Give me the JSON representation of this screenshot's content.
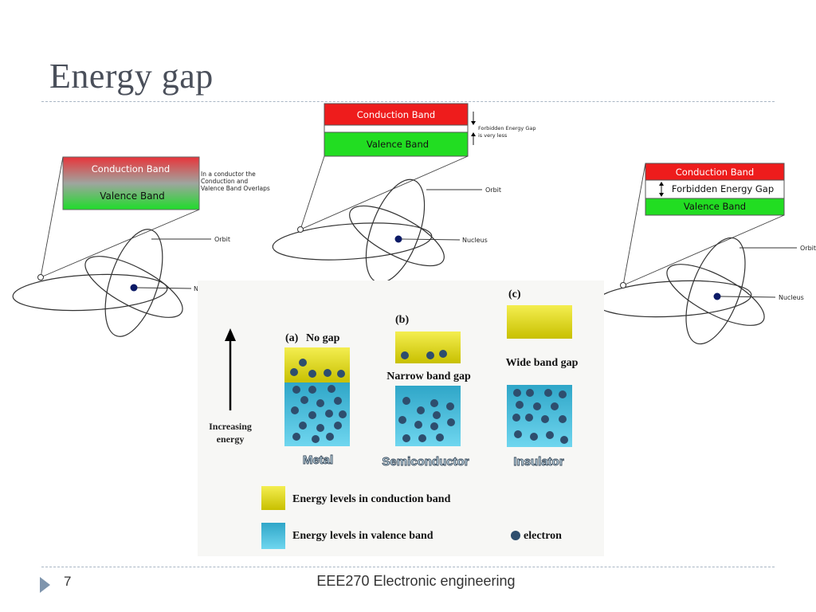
{
  "title": "Energy gap",
  "footer": {
    "page_number": "7",
    "course": "EEE270 Electronic engineering"
  },
  "colors": {
    "red": "#ee1c1c",
    "green": "#22dd22",
    "conduction_yellow": "#e6e010",
    "valence_blue": "#3db8d8",
    "electron": "#2e4e6e",
    "rule": "#a9b6c4"
  },
  "left_atom": {
    "conduction_label": "Conduction Band",
    "valence_label": "Valence Band",
    "note_lines": [
      "In a conductor the",
      "Conduction and",
      "Valence Band Overlaps"
    ],
    "orbit_label": "Orbit",
    "nucleus_label": "Nucleus"
  },
  "middle_atom": {
    "conduction_label": "Conduction Band",
    "valence_label": "Valence Band",
    "note_lines": [
      "Forbidden Energy Gap",
      "is very less"
    ],
    "orbit_label": "Orbit",
    "nucleus_label": "Nucleus"
  },
  "right_atom": {
    "conduction_label": "Conduction Band",
    "gap_label": "Forbidden Energy Gap",
    "valence_label": "Valence Band",
    "orbit_label": "Orbit",
    "nucleus_label": "Nucleus"
  },
  "band_figure": {
    "energy_axis_lines": [
      "Increasing",
      "energy"
    ],
    "panel_a": {
      "label": "(a)",
      "caption": "No gap",
      "material": "Metal"
    },
    "panel_b": {
      "label": "(b)",
      "caption": "Narrow band gap",
      "material": "Semiconductor"
    },
    "panel_c": {
      "label": "(c)",
      "caption": "Wide band gap",
      "material": "Insulator"
    },
    "legend": {
      "conduction": "Energy levels in conduction band",
      "valence": "Energy levels in valence band",
      "electron": "electron"
    }
  }
}
